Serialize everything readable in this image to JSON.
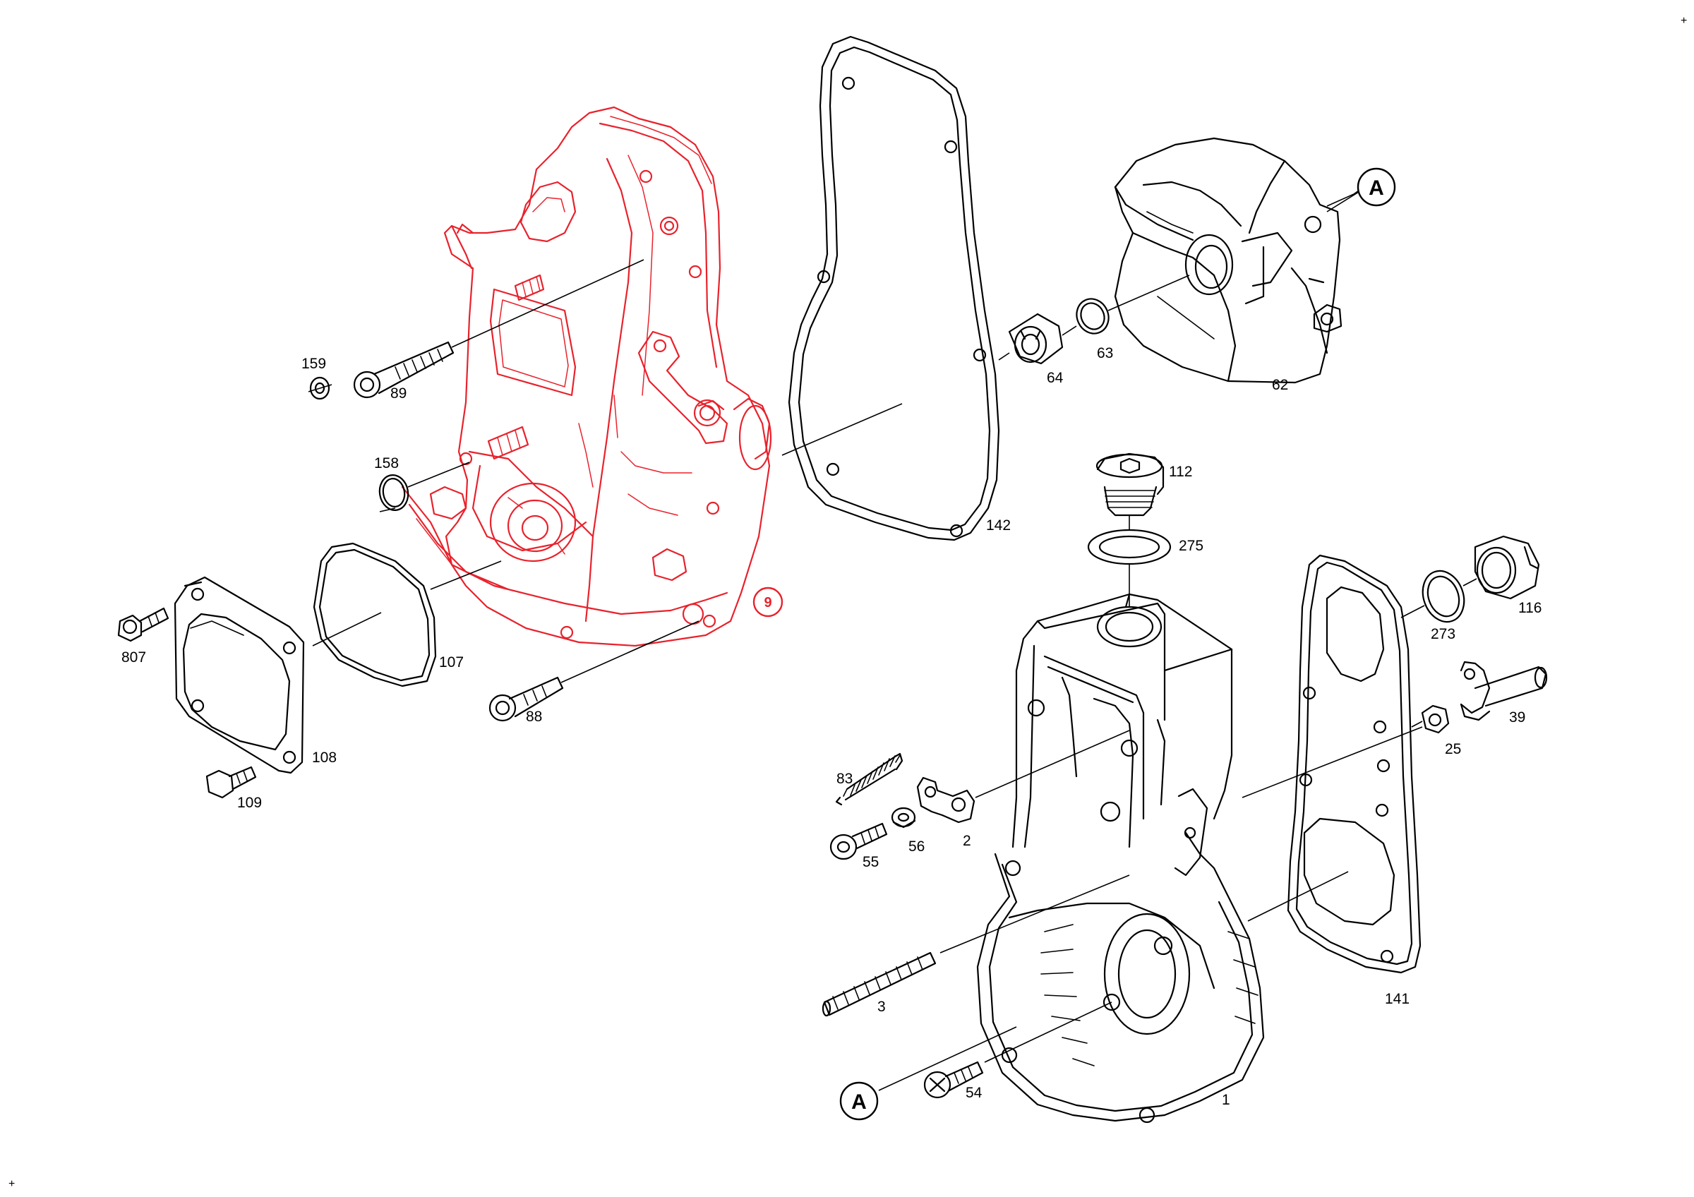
{
  "diagram": {
    "callouts": [
      {
        "id": "A_top",
        "text": "A"
      },
      {
        "id": "A_bottom",
        "text": "A"
      },
      {
        "id": "nine",
        "text": "9"
      }
    ],
    "labels": {
      "l159": "159",
      "l89": "89",
      "l158": "158",
      "l807": "807",
      "l107": "107",
      "l108": "108",
      "l109": "109",
      "l88": "88",
      "l142": "142",
      "l64": "64",
      "l63": "63",
      "l62": "62",
      "l112": "112",
      "l275": "275",
      "l116": "116",
      "l273": "273",
      "l39": "39",
      "l25": "25",
      "l83": "83",
      "l56": "56",
      "l2": "2",
      "l55": "55",
      "l3": "3",
      "l54": "54",
      "l1": "1",
      "l141": "141"
    },
    "corner_marks": {
      "top_right": "+",
      "bottom_left": "+"
    },
    "colors": {
      "highlight": "#e8222c",
      "line": "#000000"
    }
  }
}
